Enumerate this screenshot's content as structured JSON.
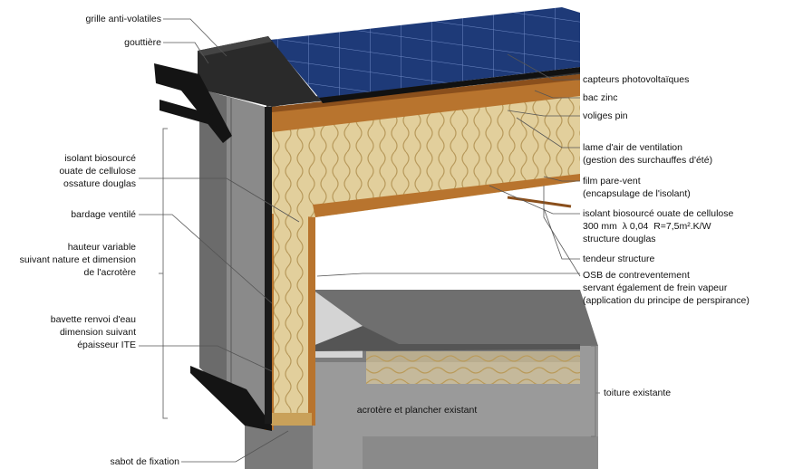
{
  "labels_left": {
    "grille": "grille anti-volatiles",
    "gouttiere": "gouttière",
    "isolant_facade": "isolant biosourcé\nouate de cellulose\nossature douglas",
    "bardage": "bardage ventilé",
    "hauteur": "hauteur variable\nsuivant nature et dimension\nde l'acrotère",
    "bavette": "bavette renvoi d'eau\ndimension suivant\népaisseur ITE",
    "sabot": "sabot de fixation"
  },
  "labels_right": {
    "capteurs": "capteurs photovoltaïques",
    "bac_zinc": "bac zinc",
    "voliges": "voliges pin",
    "lame_air": "lame d'air de ventilation\n(gestion des surchauffes d'été)",
    "film": "film pare-vent\n(encapsulage de l'isolant)",
    "isolant_toiture": "isolant biosourcé ouate de cellulose\n300 mm  λ 0,04  R=7,5m².K/W\nstructure douglas",
    "tendeur": "tendeur structure",
    "osb": "OSB de contreventement\nservant également de frein vapeur\n(application du principe de perspirance)",
    "toiture_existante": "toiture existante"
  },
  "labels_center": {
    "acrotere": "acrotère et plancher existant"
  },
  "colors": {
    "concrete": "#8a8a8a",
    "concrete_dark": "#5f5f5f",
    "insulation": "#e2cf9c",
    "insulation_wave": "#b89a5c",
    "timber": "#b8742e",
    "timber_dark": "#8a4f1c",
    "solar_panel": "#1e3a78",
    "solar_grid": "#6d88c4",
    "zinc": "#3a3a3a",
    "black": "#141414",
    "leader": "#555555"
  }
}
